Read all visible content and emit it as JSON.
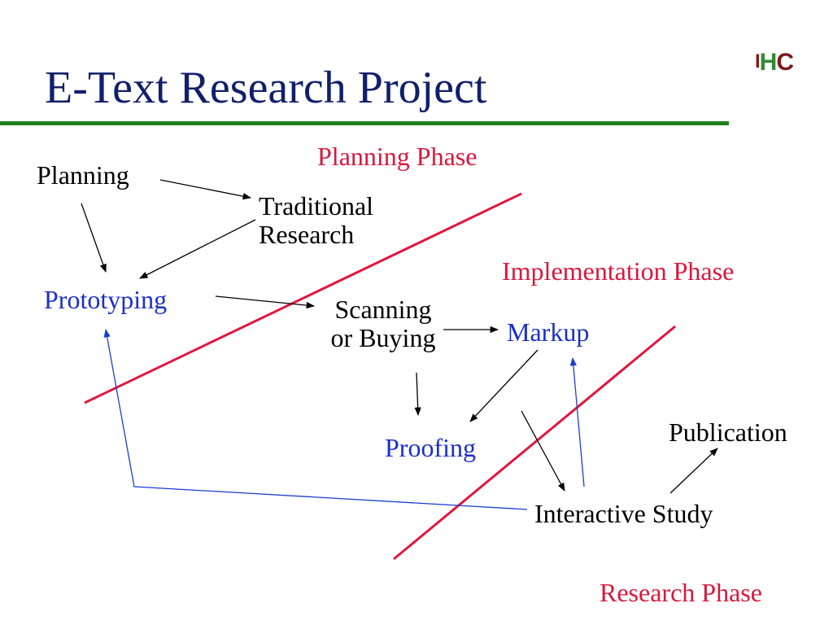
{
  "slide": {
    "title": "E-Text Research Project",
    "logo": {
      "l1": "I",
      "l2": "H",
      "l3": "C"
    }
  },
  "phases": {
    "planning": "Planning Phase",
    "implementation": "Implementation Phase",
    "research": "Research Phase"
  },
  "nodes": {
    "planning": "Planning",
    "traditional_research": [
      "Traditional",
      "Research"
    ],
    "prototyping": "Prototyping",
    "scanning_or_buying": [
      "Scanning",
      "or Buying"
    ],
    "markup": "Markup",
    "proofing": "Proofing",
    "publication": "Publication",
    "interactive_study": "Interactive Study"
  },
  "colors": {
    "title": "#12206b",
    "rule": "#1e7f1e",
    "phase_label": "#d8183c",
    "blue_node": "#1c2fc8",
    "black_node": "#000000",
    "phase_line": "#e0173f",
    "blue_arrow": "#1c3fd0"
  }
}
